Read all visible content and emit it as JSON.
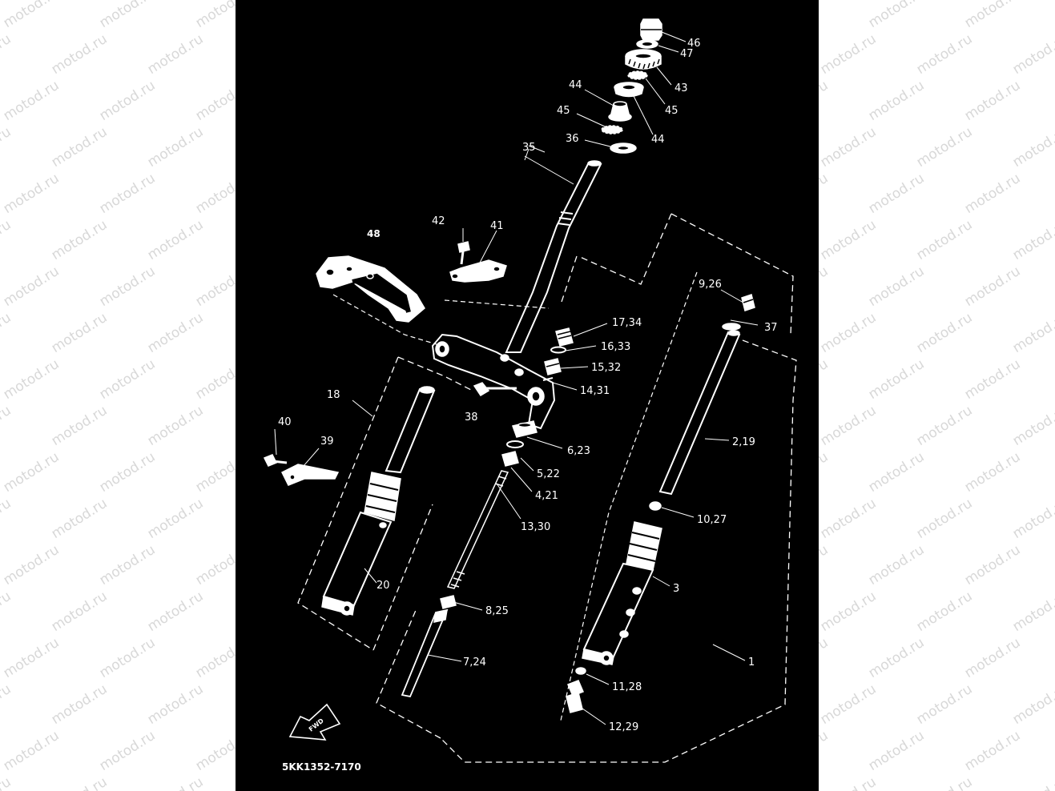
{
  "watermark": {
    "text": "motod.ru"
  },
  "diagram_code": "5KK1352-7170",
  "fwd_mark": "FWD",
  "labels": {
    "l46": "46",
    "l47": "47",
    "l43": "43",
    "l45r": "45",
    "l44r": "44",
    "l44l": "44",
    "l45l": "45",
    "l36": "36",
    "l35": "35",
    "l42": "42",
    "l41": "41",
    "l48": "48",
    "l9_26": "9,26",
    "l37": "37",
    "l17_34": "17,34",
    "l16_33": "16,33",
    "l15_32": "15,32",
    "l14_31": "14,31",
    "l18": "18",
    "l38": "38",
    "l6_23": "6,23",
    "l40": "40",
    "l39": "39",
    "l5_22": "5,22",
    "l2_19": "2,19",
    "l4_21": "4,21",
    "l10_27": "10,27",
    "l13_30": "13,30",
    "l3": "3",
    "l20": "20",
    "l8_25": "8,25",
    "l1": "1",
    "l7_24": "7,24",
    "l11_28": "11,28",
    "l12_29": "12,29"
  },
  "colors": {
    "background": "#000000",
    "linework": "#ffffff",
    "page": "#ffffff",
    "watermark": "#d8d8d8"
  }
}
